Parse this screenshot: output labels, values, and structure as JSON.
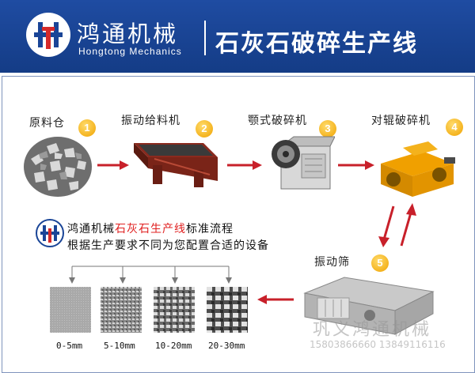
{
  "header": {
    "brand_cn": "鸿通机械",
    "brand_en": "Hongtong Mechanics",
    "headline": "石灰石破碎生产线",
    "bg_color": "#1a4597"
  },
  "steps": [
    {
      "label": "原料仓",
      "num": "1"
    },
    {
      "label": "振动给料机",
      "num": "2"
    },
    {
      "label": "颚式破碎机",
      "num": "3"
    },
    {
      "label": "对辊破碎机",
      "num": "4"
    },
    {
      "label": "振动筛",
      "num": "5"
    }
  ],
  "info": {
    "line1_a": "鸿通机械",
    "line1_b": "石灰石生产线",
    "line1_c": "标准流程",
    "line2": "根据生产要求不同为您配置合适的设备",
    "highlight_color": "#e02020"
  },
  "products": [
    {
      "size": "0-5mm"
    },
    {
      "size": "5-10mm"
    },
    {
      "size": "10-20mm"
    },
    {
      "size": "20-30mm"
    }
  ],
  "watermark": {
    "company": "巩义鸿通机械",
    "phones": "15803866660 13849116116"
  },
  "colors": {
    "arrow": "#c8202a",
    "step_badge": "#f0a300"
  }
}
